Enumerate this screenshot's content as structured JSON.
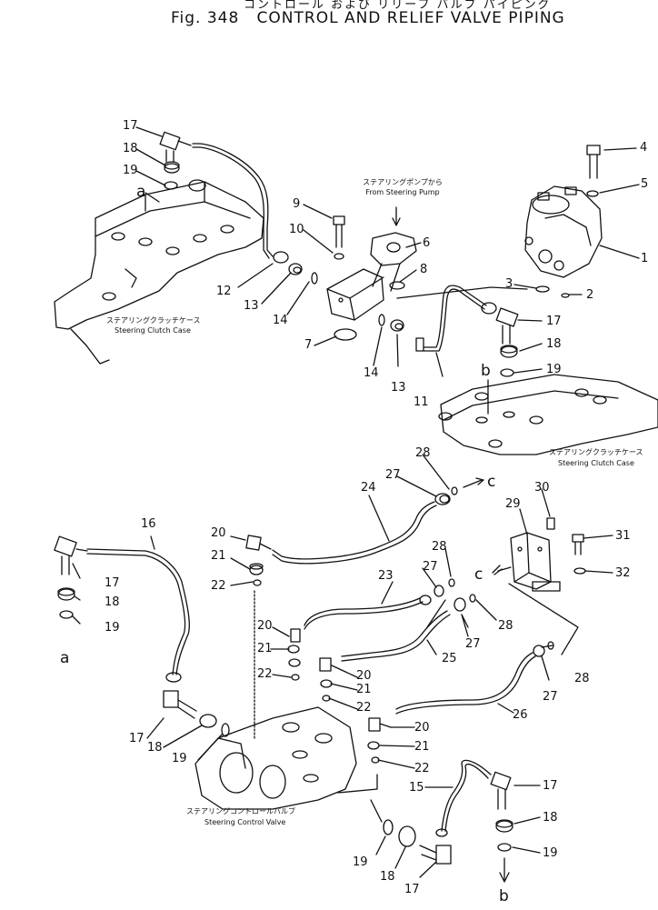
{
  "title": {
    "jp": "コントロール および リリーフ バルブ パイピング",
    "fig": "Fig. 348",
    "en": "CONTROL AND RELIEF VALVE PIPING"
  },
  "labels": {
    "pump_jp": "ステアリングポンプから",
    "pump_en": "From Steering Pump",
    "case_left_jp": "ステアリングクラッチケース",
    "case_left_en": "Steering Clutch Case",
    "case_right_jp": "ステアリングクラッチケース",
    "case_right_en": "Steering Clutch Case",
    "valve_jp": "ステアリングコントロールバルブ",
    "valve_en": "Steering Control Valve"
  },
  "callouts": [
    "17",
    "18",
    "19",
    "a",
    "9",
    "10",
    "12",
    "13",
    "14",
    "6",
    "8",
    "7",
    "14",
    "13",
    "4",
    "5",
    "1",
    "3",
    "2",
    "17",
    "18",
    "b",
    "19",
    "11",
    "28",
    "27",
    "c",
    "24",
    "30",
    "29",
    "31",
    "32",
    "16",
    "20",
    "21",
    "22",
    "17",
    "18",
    "19",
    "a",
    "28",
    "27",
    "c",
    "23",
    "27",
    "28",
    "20",
    "21",
    "22",
    "25",
    "20",
    "21",
    "22",
    "28",
    "27",
    "26",
    "17",
    "18",
    "19",
    "20",
    "21",
    "22",
    "15",
    "17",
    "18",
    "19",
    "19",
    "18",
    "17",
    "b"
  ],
  "colors": {
    "ink": "#111111",
    "paper": "#ffffff"
  }
}
